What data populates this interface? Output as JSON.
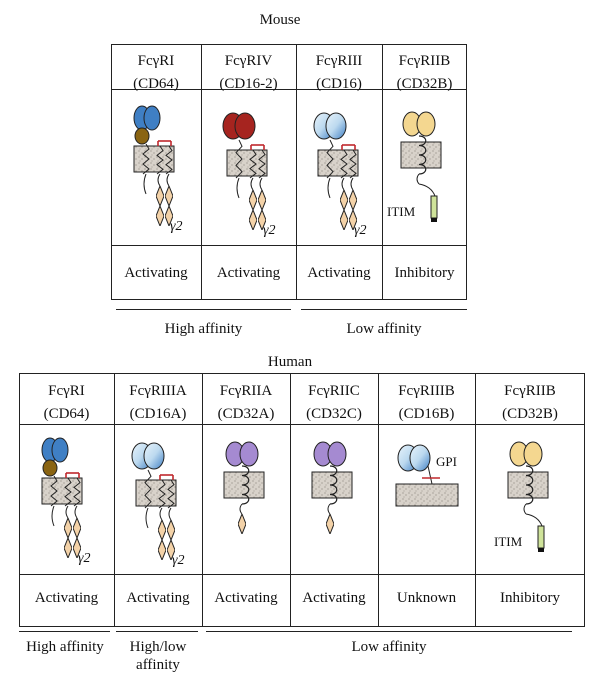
{
  "mouse": {
    "title": "Mouse",
    "receptors": [
      {
        "name": "FcγRI",
        "cd": "(CD64)",
        "function": "Activating"
      },
      {
        "name": "FcγRIV",
        "cd": "(CD16-2)",
        "function": "Activating"
      },
      {
        "name": "FcγRIII",
        "cd": "(CD16)",
        "function": "Activating"
      },
      {
        "name": "FcγRIIB",
        "cd": "(CD32B)",
        "function": "Inhibitory"
      }
    ],
    "affinity": {
      "high": "High affinity",
      "low": "Low affinity"
    }
  },
  "human": {
    "title": "Human",
    "receptors": [
      {
        "name": "FcγRI",
        "cd": "(CD64)",
        "function": "Activating"
      },
      {
        "name": "FcγRIIIA",
        "cd": "(CD16A)",
        "function": "Activating"
      },
      {
        "name": "FcγRIIA",
        "cd": "(CD32A)",
        "function": "Activating"
      },
      {
        "name": "FcγRIIC",
        "cd": "(CD32C)",
        "function": "Activating"
      },
      {
        "name": "FcγRIIIB",
        "cd": "(CD16B)",
        "function": "Unknown"
      },
      {
        "name": "FcγRIIB",
        "cd": "(CD32B)",
        "function": "Inhibitory"
      }
    ],
    "affinity": {
      "high": "High affinity",
      "mixed_line1": "High/low",
      "mixed_line2": "affinity",
      "low": "Low affinity"
    }
  },
  "labels": {
    "gamma2": "γ2",
    "itim": "ITIM",
    "gpi": "GPI"
  },
  "colors": {
    "blue_domain": "#3f7fc4",
    "brown_domain": "#8a6412",
    "darkred_domain": "#a6241f",
    "lightblue_domain": "#bcd9ef",
    "yellow_domain": "#f4d790",
    "purple_domain": "#a58ad1",
    "membrane": "#d6d0c8",
    "itim_box": "#cfe39a",
    "ligand_bracket": "#c0282d"
  }
}
